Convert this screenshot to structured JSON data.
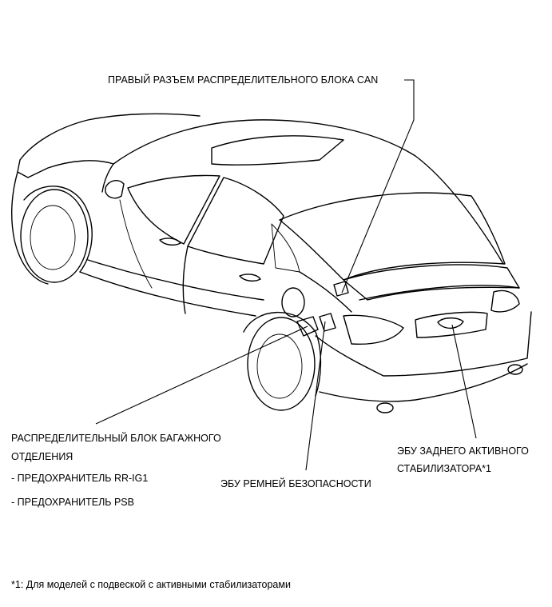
{
  "labels": {
    "can_connector": "ПРАВЫЙ РАЗЪЕМ РАСПРЕДЕЛИТЕЛЬНОГО БЛОКА CAN",
    "luggage_block_line1": "РАСПРЕДЕЛИТЕЛЬНЫЙ БЛОК БАГАЖНОГО",
    "luggage_block_line2": "ОТДЕЛЕНИЯ",
    "fuse_rr_ig1": "- ПРЕДОХРАНИТЕЛЬ RR-IG1",
    "fuse_psb": "- ПРЕДОХРАНИТЕЛЬ PSB",
    "seatbelt_ecu": "ЭБУ РЕМНЕЙ БЕЗОПАСНОСТИ",
    "rear_stabilizer_ecu_line1": "ЭБУ ЗАДНЕГО АКТИВНОГО",
    "rear_stabilizer_ecu_line2": "СТАБИЛИЗАТОРА*1"
  },
  "footnote": "*1: Для моделей с подвеской с активными стабилизаторами"
}
